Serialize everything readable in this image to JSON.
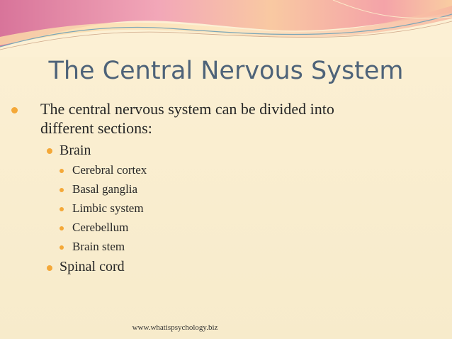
{
  "slide": {
    "title": "The Central Nervous System",
    "intro_line1": "The central nervous system can be divided into",
    "intro_line2": "different sections:",
    "level2": [
      "Brain",
      "Spinal cord"
    ],
    "brain_parts": [
      "Cerebral cortex",
      "Basal ganglia",
      "Limbic system",
      "Cerebellum",
      "Brain stem"
    ],
    "footer": "www.whatispsychology.biz"
  },
  "colors": {
    "bullet": "#f4a838",
    "title": "#4e6379",
    "text": "#262626"
  }
}
